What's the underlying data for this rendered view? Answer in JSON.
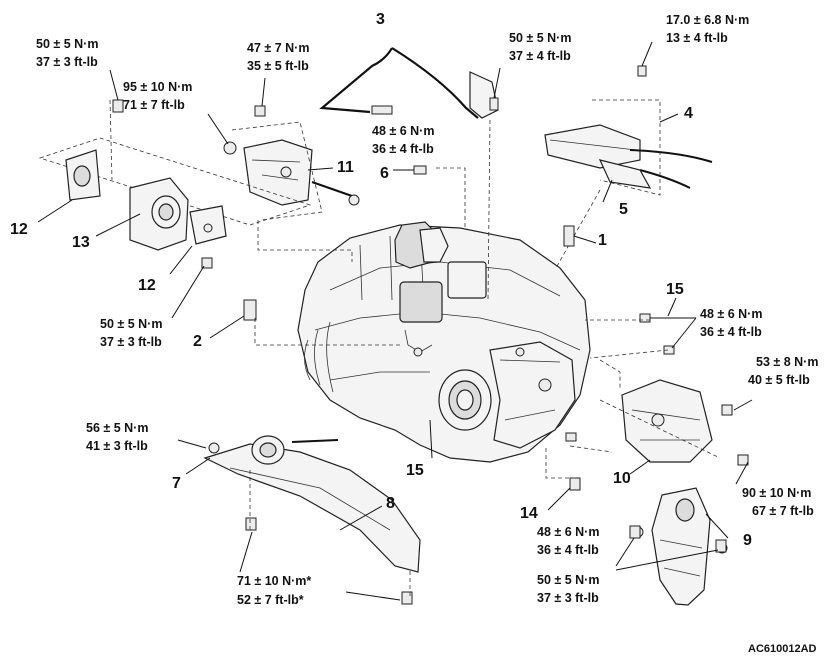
{
  "diagram": {
    "code": "AC610012AD",
    "callouts": {
      "c1": "1",
      "c2": "2",
      "c3": "3",
      "c4": "4",
      "c5": "5",
      "c6": "6",
      "c7": "7",
      "c8": "8",
      "c9": "9",
      "c10": "10",
      "c11": "11",
      "c12a": "12",
      "c12b": "12",
      "c13": "13",
      "c14": "14",
      "c15a": "15",
      "c15b": "15"
    },
    "torques": {
      "t_tl_nm": "50 ± 5 N·m",
      "t_tl_ft": "37 ± 3 ft-lb",
      "t_47_nm": "47 ± 7 N·m",
      "t_47_ft": "35 ± 5 ft-lb",
      "t_95_nm": "95 ± 10 N·m",
      "t_95_ft": "71 ± 7 ft-lb",
      "t_top50_nm": "50 ± 5 N·m",
      "t_top50_ft": "37 ± 4 ft-lb",
      "t_17_nm": "17.0 ± 6.8 N·m",
      "t_17_ft": "13 ± 4 ft-lb",
      "t_48a_nm": "48 ± 6 N·m",
      "t_48a_ft": "36 ± 4 ft-lb",
      "t_ml50_nm": "50 ± 5 N·m",
      "t_ml50_ft": "37 ± 3 ft-lb",
      "t_48b_nm": "48 ± 6 N·m",
      "t_48b_ft": "36 ± 4 ft-lb",
      "t_53_nm": "53 ± 8 N·m",
      "t_53_ft": "40 ± 5 ft-lb",
      "t_56_nm": "56 ± 5 N·m",
      "t_56_ft": "41 ± 3 ft-lb",
      "t_90_nm": "90 ± 10 N·m",
      "t_90_ft": "67 ± 7 ft-lb",
      "t_48c_nm": "48 ± 6 N·m",
      "t_48c_ft": "36 ± 4 ft-lb",
      "t_br50_nm": "50 ± 5 N·m",
      "t_br50_ft": "37 ± 3 ft-lb",
      "t_71_nm": "71 ± 10 N·m*",
      "t_71_ft": "52 ± 7 ft-lb*"
    }
  }
}
